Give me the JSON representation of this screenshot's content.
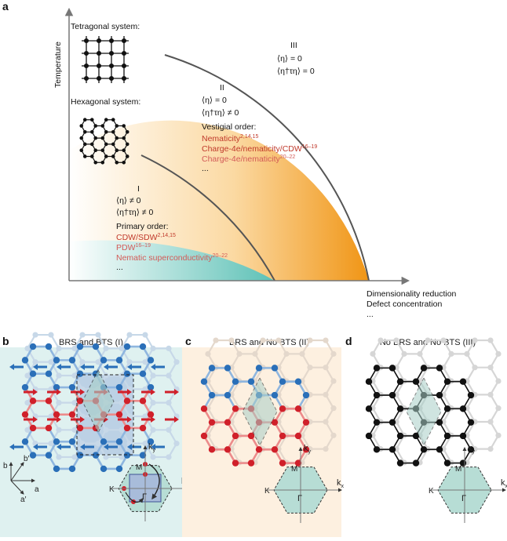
{
  "panel_a": {
    "letter": "a",
    "y_axis": "Temperature",
    "x_axis_lines": [
      "Dimensionality reduction",
      "Defect concentration",
      "..."
    ],
    "tetragonal_label": "Tetragonal system:",
    "hexagonal_label": "Hexagonal system:",
    "region_I": {
      "numeral": "I",
      "eq1": "⟨η⟩ ≠ 0",
      "eq2": "⟨η†τη⟩ ≠ 0",
      "order_title": "Primary order:",
      "items": [
        {
          "text": "CDW/SDW",
          "refs": "2,14,15"
        },
        {
          "text": "PDW",
          "refs": "16–19"
        },
        {
          "text": "Nematic superconductivity",
          "refs": "20–22"
        }
      ],
      "more": "..."
    },
    "region_II": {
      "numeral": "II",
      "eq1": "⟨η⟩ = 0",
      "eq2": "⟨η†τη⟩ ≠ 0",
      "order_title": "Vestigial order:",
      "items": [
        {
          "text": "Nematicity",
          "refs": "2,14,15"
        },
        {
          "text": "Charge-4e/nematicity/CDW",
          "refs": "16–19"
        },
        {
          "text": "Charge-4e/nematicity",
          "refs": "20–22"
        }
      ],
      "more": "..."
    },
    "region_III": {
      "numeral": "III",
      "eq1": "⟨η⟩ = 0",
      "eq2": "⟨η†τη⟩ = 0"
    }
  },
  "panel_b": {
    "letter": "b",
    "title": "BRS and BTS (I)",
    "lattice_labels": [
      "b",
      "b′",
      "a′",
      "a"
    ]
  },
  "panel_c": {
    "letter": "c",
    "title": "BRS and No BTS (II)"
  },
  "panel_d": {
    "letter": "d",
    "title": "No BRS and No BTS (III)"
  },
  "bz_labels": {
    "ky": "ky",
    "kx": "kx",
    "M": "M",
    "K": "K",
    "Gamma": "Γ"
  },
  "colors": {
    "region_I": "#6cc8bf",
    "region_II": "#f0a020",
    "panel_b_bg": "#dff1f0",
    "panel_c_bg": "#fdf0e0",
    "red_atom": "#d0202a",
    "blue_atom": "#2a6fb8",
    "black_atom": "#111111"
  }
}
